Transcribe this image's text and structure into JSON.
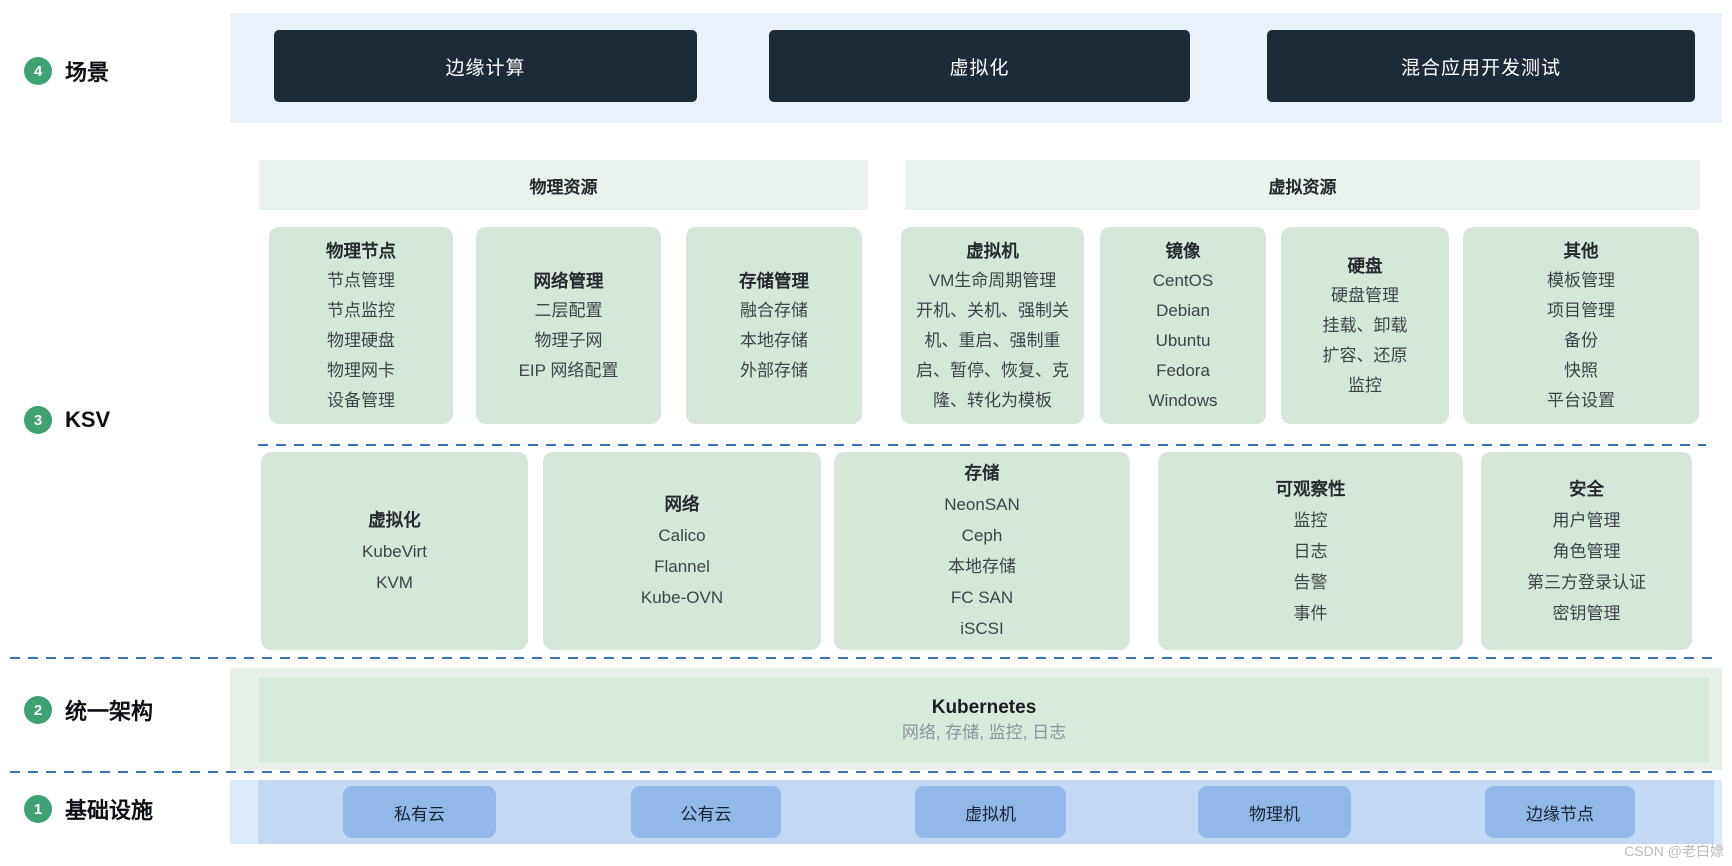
{
  "left_labels": [
    {
      "num": "4",
      "label": "场景"
    },
    {
      "num": "3",
      "label": "KSV"
    },
    {
      "num": "2",
      "label": "统一架构"
    },
    {
      "num": "1",
      "label": "基础设施"
    }
  ],
  "scenarios": {
    "items": [
      "边缘计算",
      "虚拟化",
      "混合应用开发测试"
    ]
  },
  "ksv": {
    "resource_headers": [
      "物理资源",
      "虚拟资源"
    ],
    "row1": [
      {
        "title": "物理节点",
        "items": [
          "节点管理",
          "节点监控",
          "物理硬盘",
          "物理网卡",
          "设备管理"
        ]
      },
      {
        "title": "网络管理",
        "items": [
          "二层配置",
          "物理子网",
          "EIP 网络配置"
        ]
      },
      {
        "title": "存储管理",
        "items": [
          "融合存储",
          "本地存储",
          "外部存储"
        ]
      },
      {
        "title": "虚拟机",
        "items": [
          "VM生命周期管理",
          "开机、关机、强制关机、重启、强制重启、暂停、恢复、克隆、转化为模板"
        ]
      },
      {
        "title": "镜像",
        "items": [
          "CentOS",
          "Debian",
          "Ubuntu",
          "Fedora",
          "Windows"
        ]
      },
      {
        "title": "硬盘",
        "items": [
          "硬盘管理",
          "挂载、卸载",
          "扩容、还原",
          "监控"
        ]
      },
      {
        "title": "其他",
        "items": [
          "模板管理",
          "项目管理",
          "备份",
          "快照",
          "平台设置"
        ]
      }
    ],
    "row2": [
      {
        "title": "虚拟化",
        "items": [
          "KubeVirt",
          "KVM"
        ]
      },
      {
        "title": "网络",
        "items": [
          "Calico",
          "Flannel",
          "Kube-OVN"
        ]
      },
      {
        "title": "存储",
        "items": [
          "NeonSAN",
          "Ceph",
          "本地存储",
          "FC SAN",
          "iSCSI"
        ]
      },
      {
        "title": "可观察性",
        "items": [
          "监控",
          "日志",
          "告警",
          "事件"
        ]
      },
      {
        "title": "安全",
        "items": [
          "用户管理",
          "角色管理",
          "第三方登录认证",
          "密钥管理"
        ]
      }
    ]
  },
  "unified": {
    "title": "Kubernetes",
    "subtitle": "网络, 存储, 监控, 日志"
  },
  "infrastructure": {
    "items": [
      "私有云",
      "公有云",
      "虚拟机",
      "物理机",
      "边缘节点"
    ]
  },
  "watermark": "CSDN @老白嫖",
  "colors": {
    "scenario_band": "#e9f1fb",
    "scenario_chip": "#1f2a38",
    "card_green": "#d6e7d9",
    "header_green": "#e9f2ec",
    "k8s_outer": "#e7f1ea",
    "k8s_inner": "#d9e9dc",
    "infra_outer": "#dcebfb",
    "infra_inner": "#c3d9f3",
    "infra_pill": "#91b8e8",
    "circle_green": "#3ea173",
    "dash_blue": "#3a70c2"
  }
}
